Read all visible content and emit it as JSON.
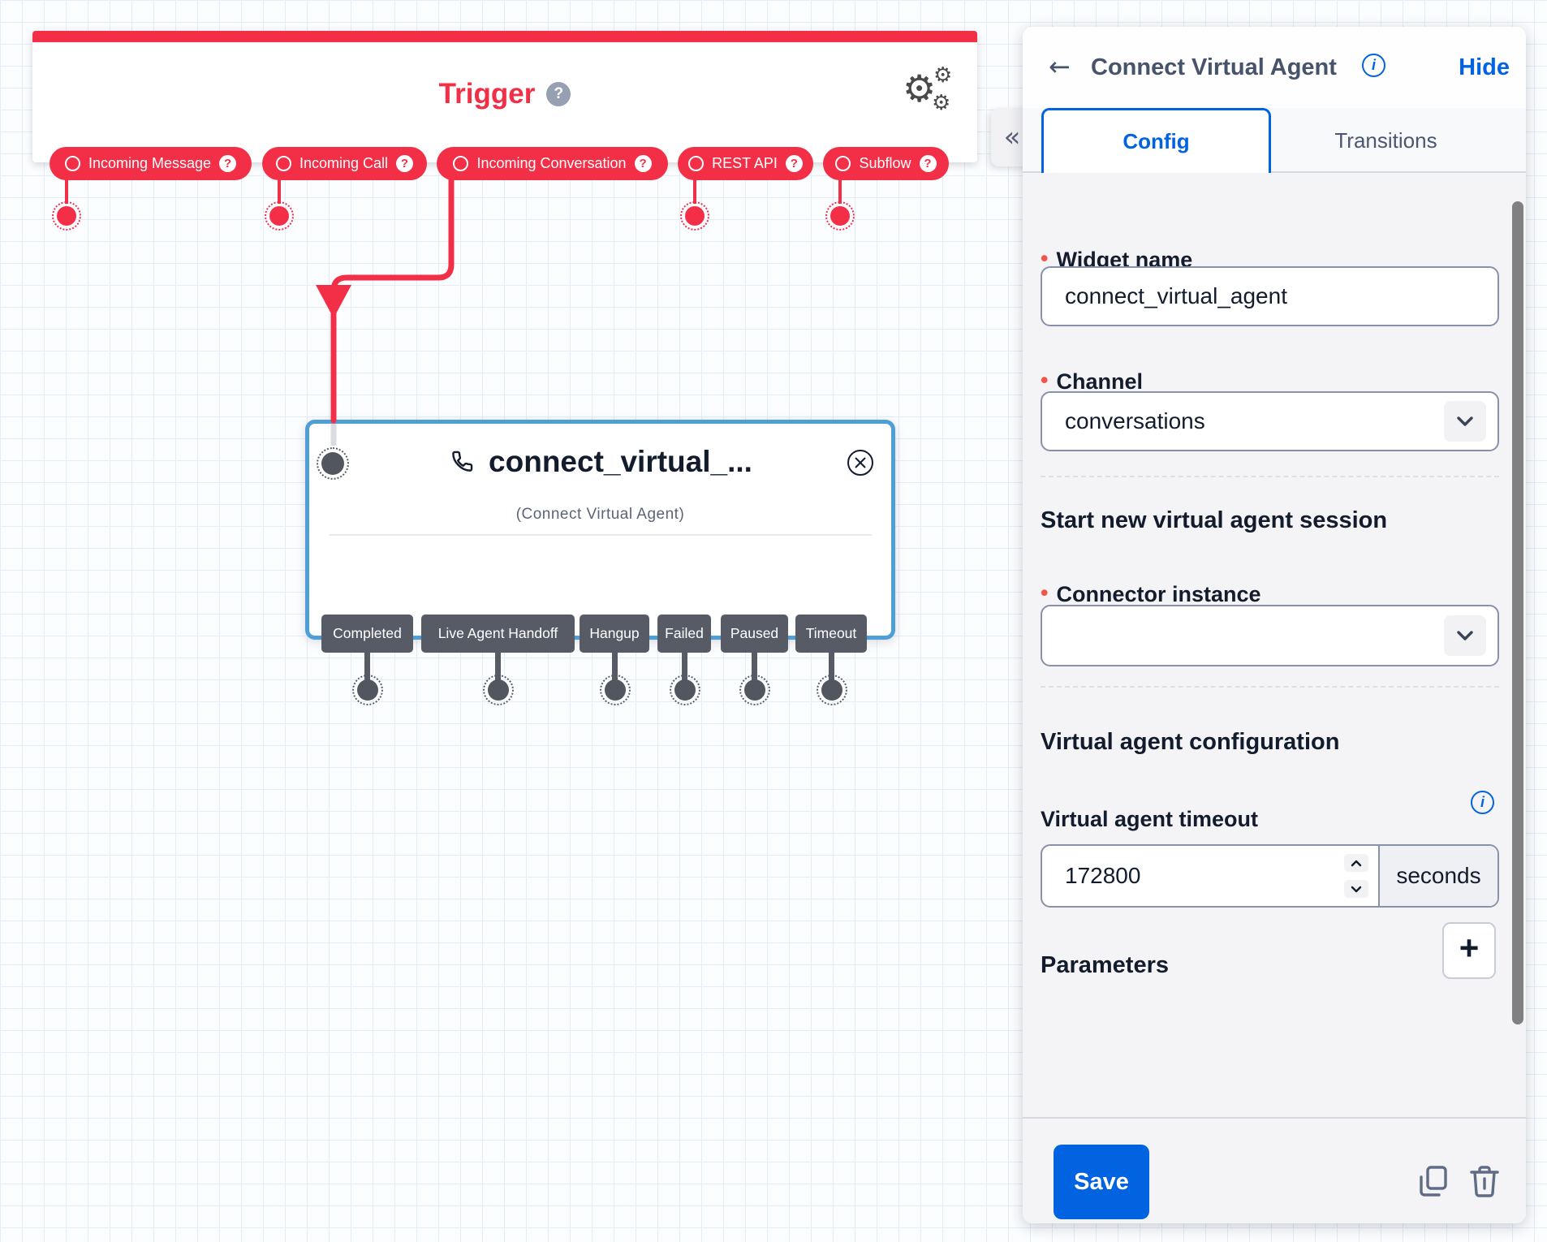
{
  "canvas": {
    "trigger": {
      "title": "Trigger",
      "help_badge": "?",
      "pills": [
        {
          "label": "Incoming Message",
          "help": "?"
        },
        {
          "label": "Incoming Call",
          "help": "?"
        },
        {
          "label": "Incoming Conversation",
          "help": "?"
        },
        {
          "label": "REST API",
          "help": "?"
        },
        {
          "label": "Subflow",
          "help": "?"
        }
      ],
      "gear_icon": "⚙"
    },
    "node": {
      "title": "connect_virtual_...",
      "subtitle": "(Connect Virtual Agent)",
      "outputs": [
        {
          "label": "Completed"
        },
        {
          "label": "Live Agent Handoff"
        },
        {
          "label": "Hangup"
        },
        {
          "label": "Failed"
        },
        {
          "label": "Paused"
        },
        {
          "label": "Timeout"
        }
      ]
    },
    "collapse_glyph": "«"
  },
  "panel": {
    "back_glyph": "←",
    "title": "Connect Virtual Agent",
    "info_glyph": "i",
    "hide_label": "Hide",
    "tabs": {
      "config": "Config",
      "transitions": "Transitions"
    },
    "widget_name": {
      "label": "Widget name",
      "required_dot": "•",
      "value": "connect_virtual_agent"
    },
    "channel": {
      "label": "Channel",
      "required_dot": "•",
      "value": "conversations"
    },
    "session_heading": "Start new virtual agent session",
    "connector_instance": {
      "label": "Connector instance",
      "required_dot": "•",
      "value": ""
    },
    "config_heading": "Virtual agent configuration",
    "timeout": {
      "label": "Virtual agent timeout",
      "value": "172800",
      "unit": "seconds"
    },
    "parameters_label": "Parameters",
    "add_glyph": "+",
    "save_label": "Save"
  },
  "colors": {
    "brand_red": "#F22F46",
    "accent_blue": "#0263E0",
    "selected_node_border": "#4E9FD8",
    "tag_gray": "#565B66",
    "panel_bg": "#F4F4F6"
  }
}
